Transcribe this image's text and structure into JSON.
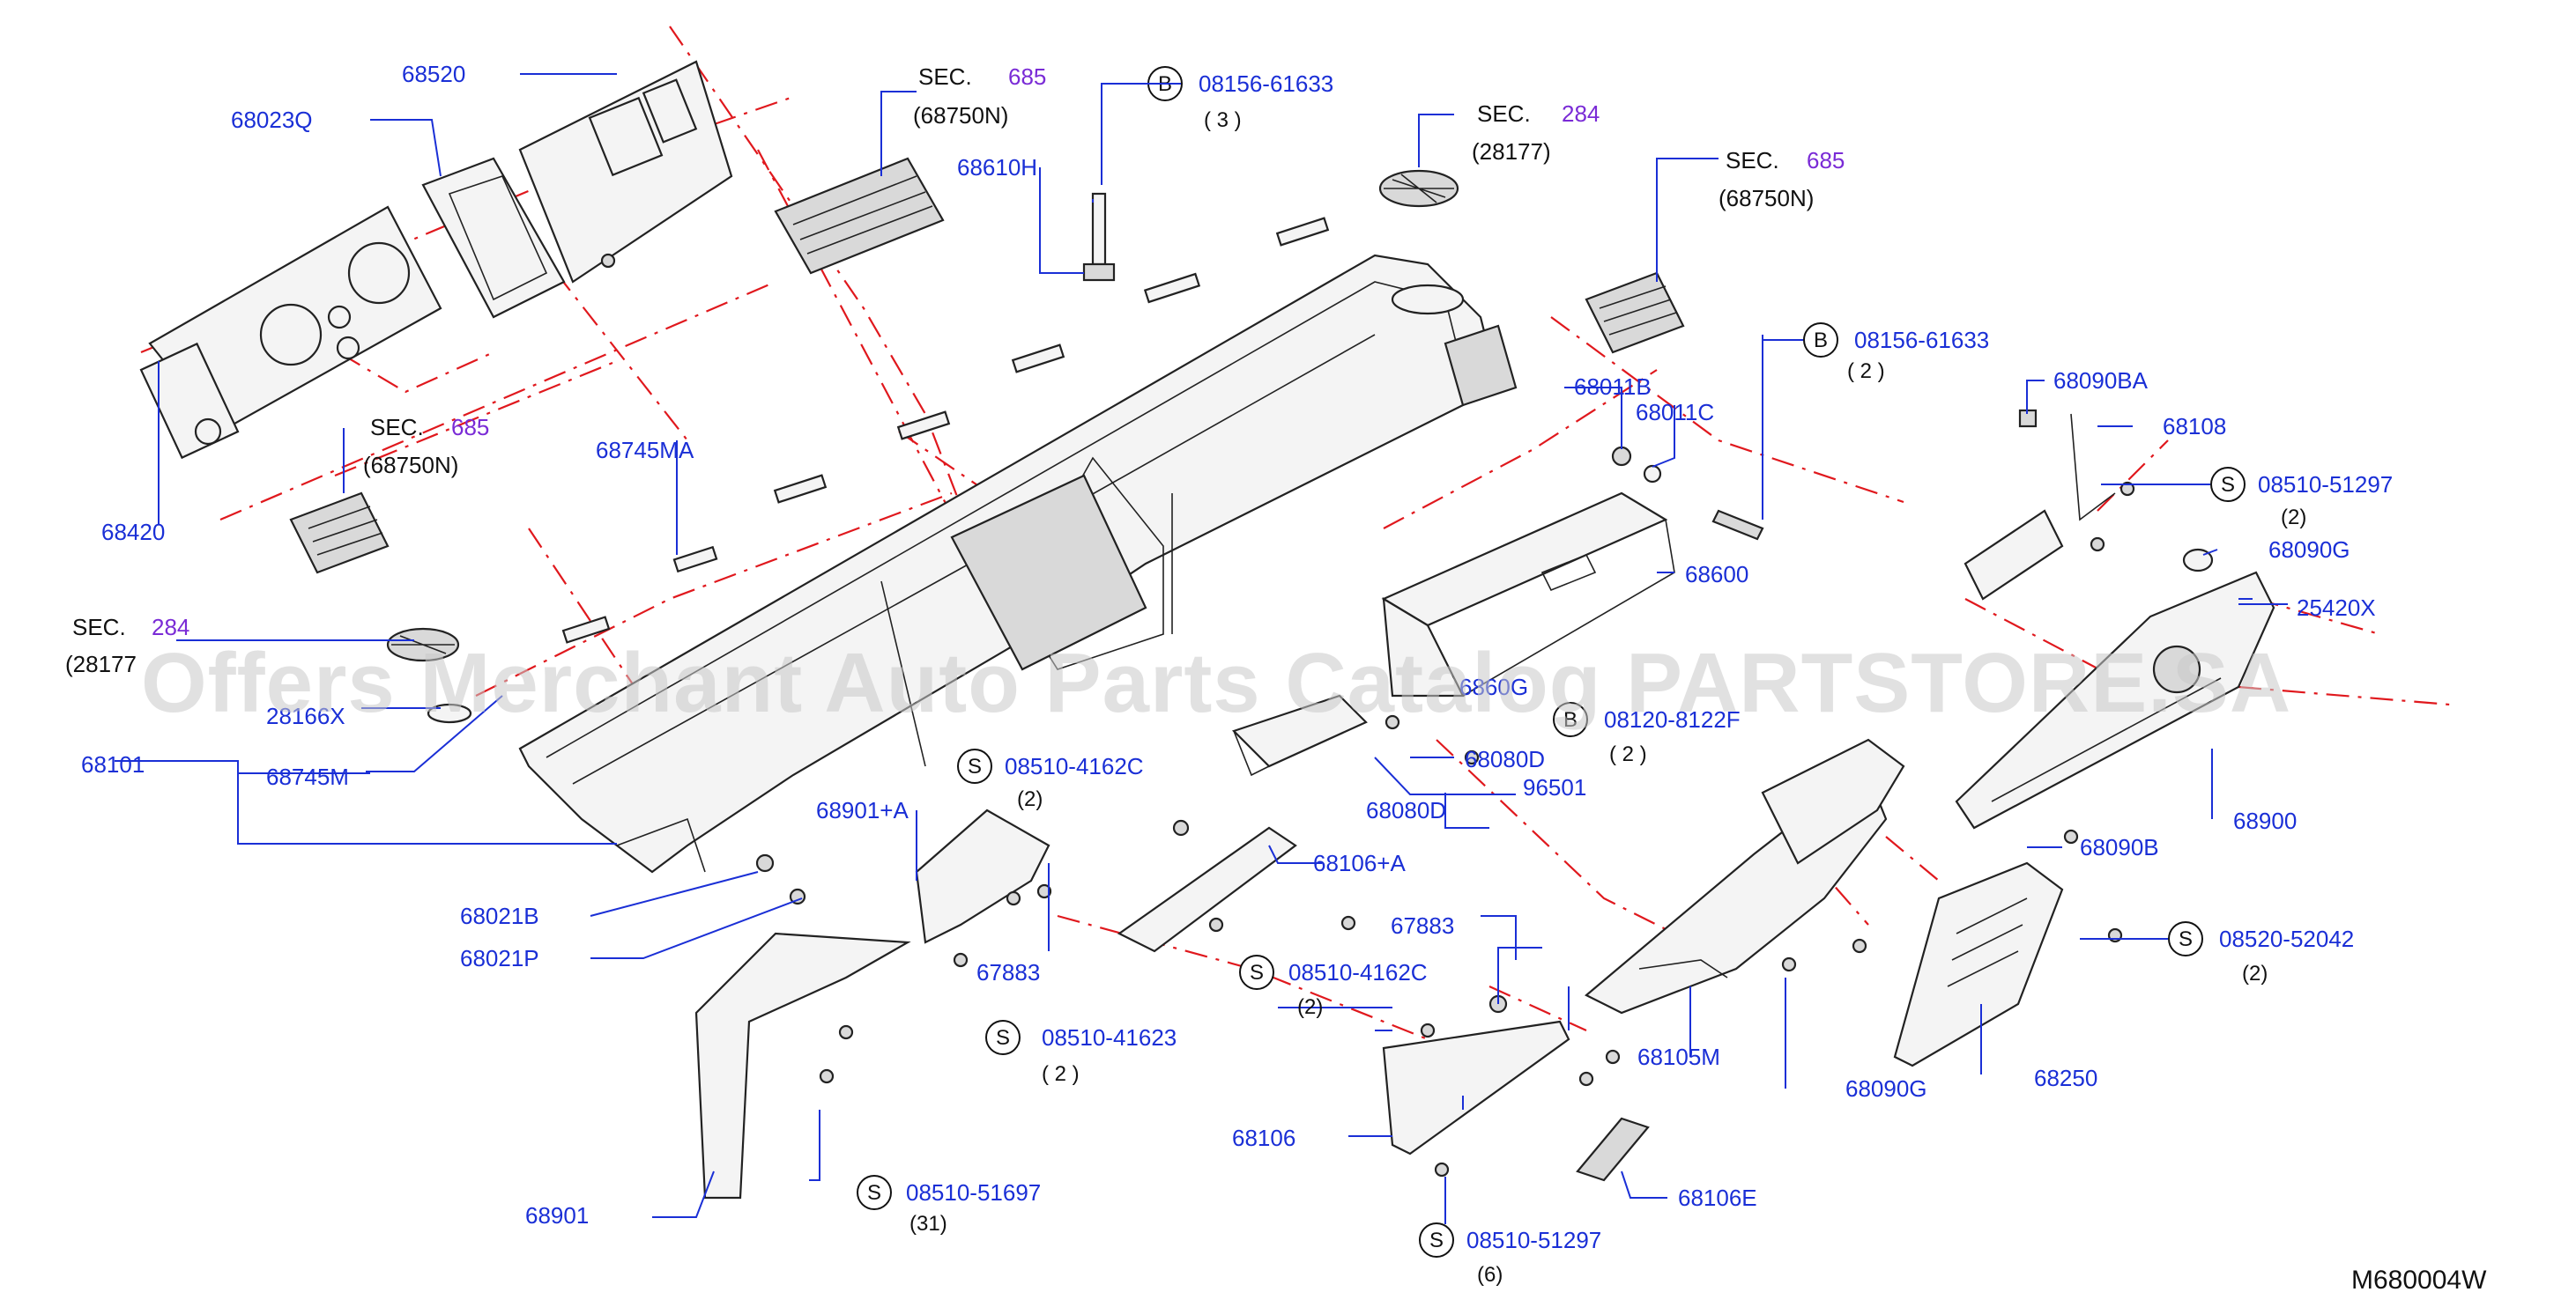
{
  "diagram": {
    "code": "M680004W",
    "watermark": "Offers Merchant Auto Parts Catalog PARTSTORE.SA",
    "section_label": "SEC.",
    "section_numbers": {
      "s685": "685",
      "s284": "284"
    },
    "parts": {
      "p68520": "68520",
      "p68023Q": "68023Q",
      "p68420": "68420",
      "p68745MA": "68745MA",
      "p28166X": "28166X",
      "p68101": "68101",
      "p68745M": "68745M",
      "p68021B": "68021B",
      "p68021P": "68021P",
      "p68901A": "68901+A",
      "p68901": "68901",
      "p67883a": "67883",
      "p67883b": "67883",
      "p68106A": "68106+A",
      "p68106": "68106",
      "p68106E": "68106E",
      "p68105M": "68105M",
      "p68090G_a": "68090G",
      "p68090G_b": "68090G",
      "p68250": "68250",
      "p68610H": "68610H",
      "p68600": "68600",
      "p68011B": "68011B",
      "p68011C": "68011C",
      "p68090BA": "68090BA",
      "p68108": "68108",
      "p25420X": "25420X",
      "p68900": "68900",
      "p68090B": "68090B",
      "p68080D_a": "68080D",
      "p68080D_b": "68080D",
      "p96501": "96501",
      "p6860G": "6860G"
    },
    "refs": {
      "r68750N_a": "(68750N)",
      "r68750N_b": "(68750N)",
      "r68750N_c": "(68750N)",
      "r28177_a": "(28177)",
      "r28177_b": "(28177"
    },
    "fasteners": {
      "b1": {
        "letter": "B",
        "number": "08156-61633",
        "qty": "( 3 )"
      },
      "b2": {
        "letter": "B",
        "number": "08156-61633",
        "qty": "( 2 )"
      },
      "b3": {
        "letter": "B",
        "number": "08120-8122F",
        "qty": "( 2 )"
      },
      "s1": {
        "letter": "S",
        "number": "08510-4162C",
        "qty": "(2)"
      },
      "s2": {
        "letter": "S",
        "number": "08510-4162C",
        "qty": "(2)"
      },
      "s3": {
        "letter": "S",
        "number": "08510-41623",
        "qty": "( 2 )"
      },
      "s4": {
        "letter": "S",
        "number": "08510-51697",
        "qty": "(31)"
      },
      "s5": {
        "letter": "S",
        "number": "08510-51297",
        "qty": "(6)"
      },
      "s6": {
        "letter": "S",
        "number": "08510-51297",
        "qty": "(2)"
      },
      "s7": {
        "letter": "S",
        "number": "08520-52042",
        "qty": "(2)"
      }
    },
    "colors": {
      "part_number": "#1a2fd6",
      "section_number": "#7a2bd6",
      "centerline": "#e0181d",
      "ink": "#222222"
    }
  }
}
